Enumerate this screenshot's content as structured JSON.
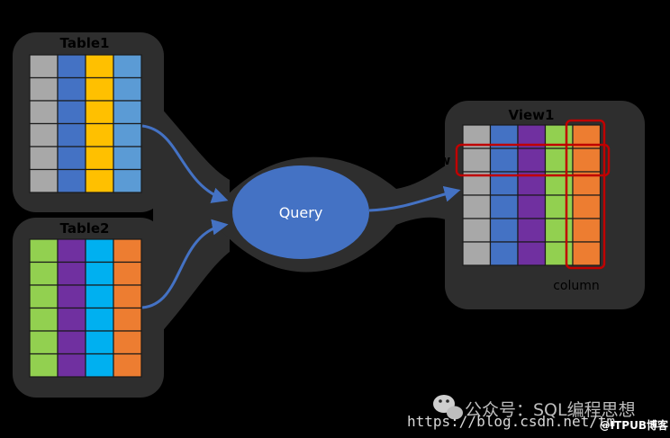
{
  "diagram": {
    "table1": {
      "label": "Table1",
      "columns": [
        "#A8A8A8",
        "#4472C4",
        "#FFC000",
        "#5B9BD5"
      ],
      "rows": 6
    },
    "table2": {
      "label": "Table2",
      "columns": [
        "#92D050",
        "#7030A0",
        "#00B0F0",
        "#ED7D31"
      ],
      "rows": 6
    },
    "query": {
      "label": "Query",
      "fill": "#4472C4"
    },
    "view1": {
      "label": "View1",
      "columns": [
        "#A8A8A8",
        "#4472C4",
        "#7030A0",
        "#92D050",
        "#ED7D31"
      ],
      "rows": 6,
      "row_label": "ow",
      "column_label": "column",
      "highlight_color": "#C00000"
    },
    "arrow_color": "#4472C4"
  },
  "watermark": {
    "line1": "公众号：SQL编程思想",
    "line2": "https://blog.csdn.net/tm",
    "badge": "@ITPUB博客",
    "icon": "wechat-icon"
  }
}
